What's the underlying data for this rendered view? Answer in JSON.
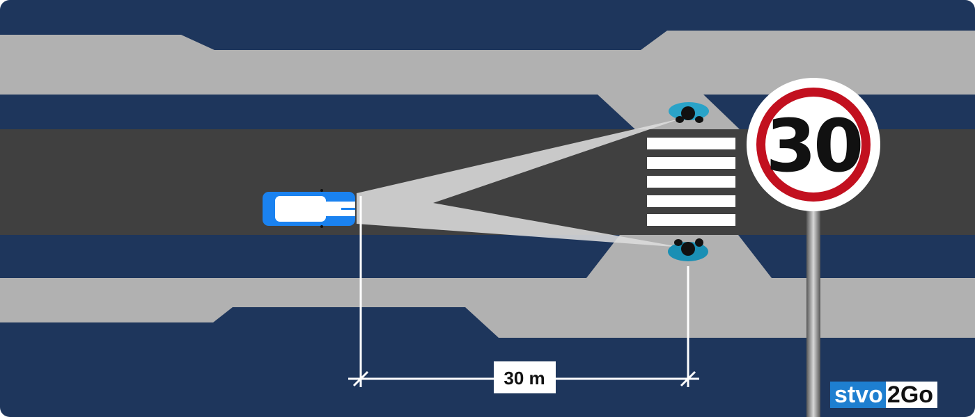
{
  "speed_limit_sign": {
    "value": "30"
  },
  "distance_marker": {
    "label": "30 m"
  },
  "logo": {
    "part1": "stvo",
    "part2": "2Go"
  },
  "colors": {
    "background": "#1e365c",
    "sidewalk": "#b1b1b1",
    "road": "#404040",
    "crosswalk": "#ffffff",
    "car": "#1a82f0",
    "sign_border": "#c2101f",
    "pedestrian_base": "#2aa3c8",
    "sight_cone": "#d9d9d9"
  }
}
